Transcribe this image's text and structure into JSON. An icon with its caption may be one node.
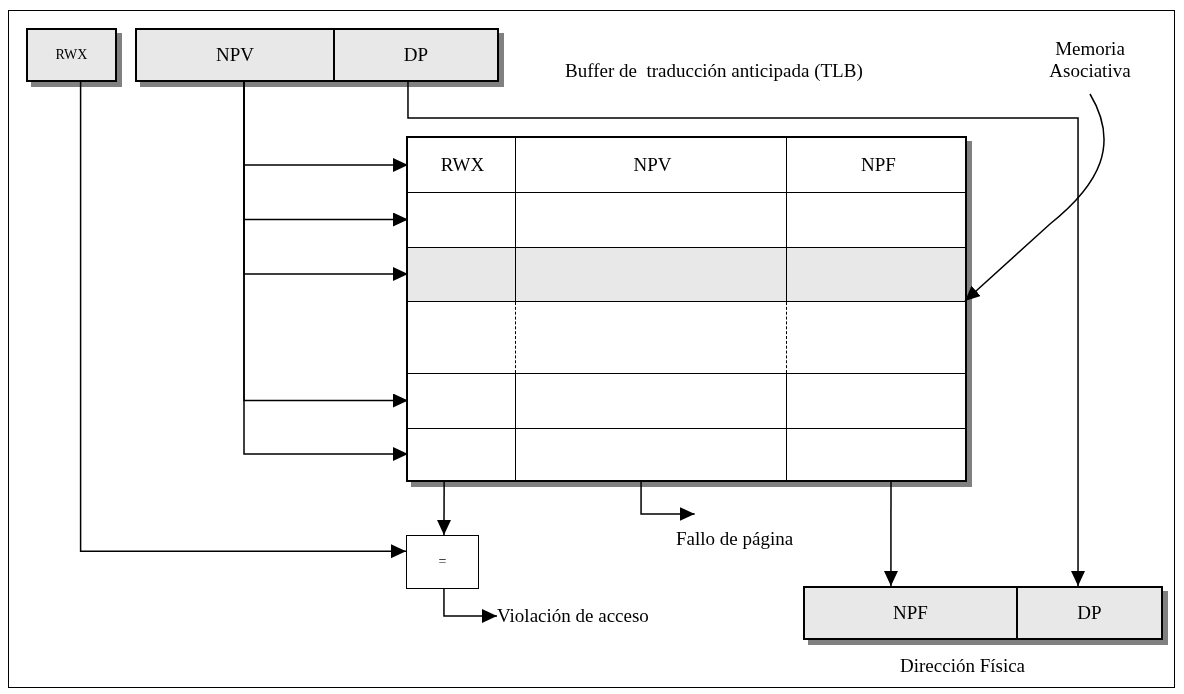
{
  "diagram": {
    "nodes": [
      {
        "text": [
          "RWX"
        ]
      },
      {
        "text": [
          "NPV"
        ]
      },
      {
        "text": [
          "DP"
        ]
      },
      {
        "text": [
          "Memoria Asociativa"
        ]
      },
      {
        "text": [],
        "shape": "box"
      },
      {
        "text": [
          "RWX",
          "NPV",
          "NPF"
        ],
        "in": 4
      },
      {
        "text": [],
        "shape": "box",
        "in": 4
      },
      {
        "text": [],
        "shape": "box",
        "in": 4
      },
      {
        "text": [],
        "shape": "box",
        "in": 4
      },
      {
        "text": [],
        "shape": "box",
        "in": 4
      },
      {
        "text": [],
        "shape": "box",
        "in": 4
      },
      {
        "text": [
          "="
        ]
      },
      {
        "text": [
          "Fallo de página"
        ]
      },
      {
        "text": [
          "Violación de acceso"
        ]
      },
      {
        "text": [
          "NPF"
        ]
      },
      {
        "text": [
          "DP"
        ]
      }
    ],
    "edges": [
      {
        "from": 1,
        "to": 5,
        "arrow": "to"
      },
      {
        "from": 1,
        "to": 6,
        "arrow": "to"
      },
      {
        "from": 1,
        "to": 7,
        "arrow": "to"
      },
      {
        "from": 1,
        "to": 9,
        "arrow": "to"
      },
      {
        "from": 1,
        "to": 10,
        "arrow": "to"
      },
      {
        "from": 0,
        "to": 11,
        "arrow": "to"
      },
      {
        "from": 4,
        "to": 11,
        "arrow": "to"
      },
      {
        "from": 4,
        "to": 12,
        "arrow": "to"
      },
      {
        "from": 11,
        "to": 13,
        "arrow": "to"
      },
      {
        "from": 4,
        "to": 14,
        "arrow": "to"
      },
      {
        "from": 2,
        "to": 15,
        "arrow": "to"
      },
      {
        "from": 3,
        "to": 7,
        "arrow": "to"
      }
    ],
    "labels": [
      "Buffer de  traducción anticipada (TLB)",
      "Dirección Física"
    ]
  }
}
